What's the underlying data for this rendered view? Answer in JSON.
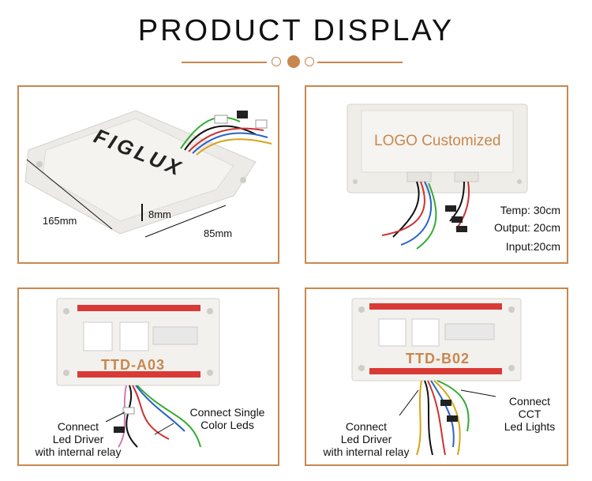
{
  "header": {
    "title": "PRODUCT  DISPLAY"
  },
  "panel_1": {
    "logo_text": "FIGLUX",
    "dim_length": "165mm",
    "dim_width": "85mm",
    "dim_height": "8mm"
  },
  "panel_2": {
    "logo_text": "LOGO Customized",
    "specs": [
      "Temp: 30cm",
      "Output: 20cm",
      "Input:20cm"
    ]
  },
  "panel_3": {
    "model": "TTD-A03",
    "note_left": [
      "Connect",
      "Led Driver",
      "with internal relay"
    ],
    "note_right": [
      "Connect Single",
      "Color Leds"
    ]
  },
  "panel_4": {
    "model": "TTD-B02",
    "note_left": [
      "Connect",
      "Led Driver",
      "with internal relay"
    ],
    "note_right": [
      "Connect",
      "CCT",
      "Led Lights"
    ]
  },
  "colors": {
    "accent": "#c8874f",
    "strip_red": "#d93a35"
  }
}
